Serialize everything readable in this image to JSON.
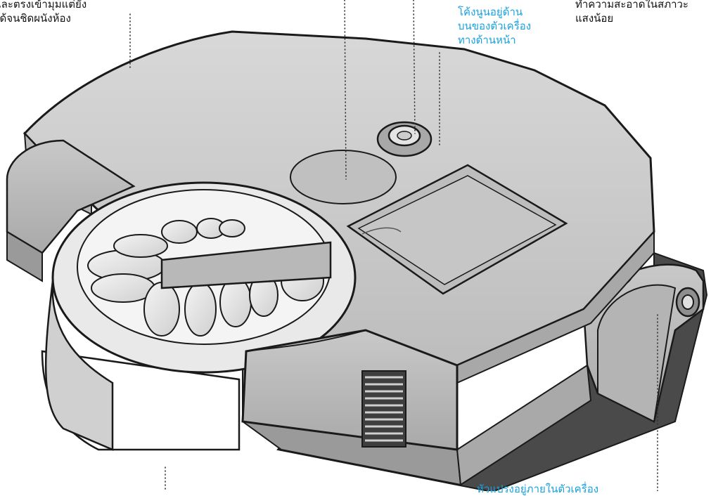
{
  "captions": {
    "top_left": {
      "lines": [
        "และตรงเข้ามุมแต่ยัง",
        "ได้จนชิดผนังห้อง"
      ]
    },
    "top_center": {
      "lines": [
        "โค้งนูนอยู่ด้าน",
        "บนของตัวเครื่อง",
        "ทางด้านหน้า"
      ]
    },
    "top_right": {
      "lines": [
        "ทำความสะอาดในสภาวะ",
        "แสงน้อย"
      ]
    },
    "bottom": {
      "lines": [
        "หัวแปรงอยู่ภายในตัวเครื่อง"
      ]
    }
  },
  "colors": {
    "caption_text": "#111111",
    "accent_caption": "#19a1dc",
    "body_grey": "#c9c9c9",
    "outline": "#1a1a1a"
  },
  "product_image": {
    "subject": "robot-vacuum-line-illustration"
  }
}
